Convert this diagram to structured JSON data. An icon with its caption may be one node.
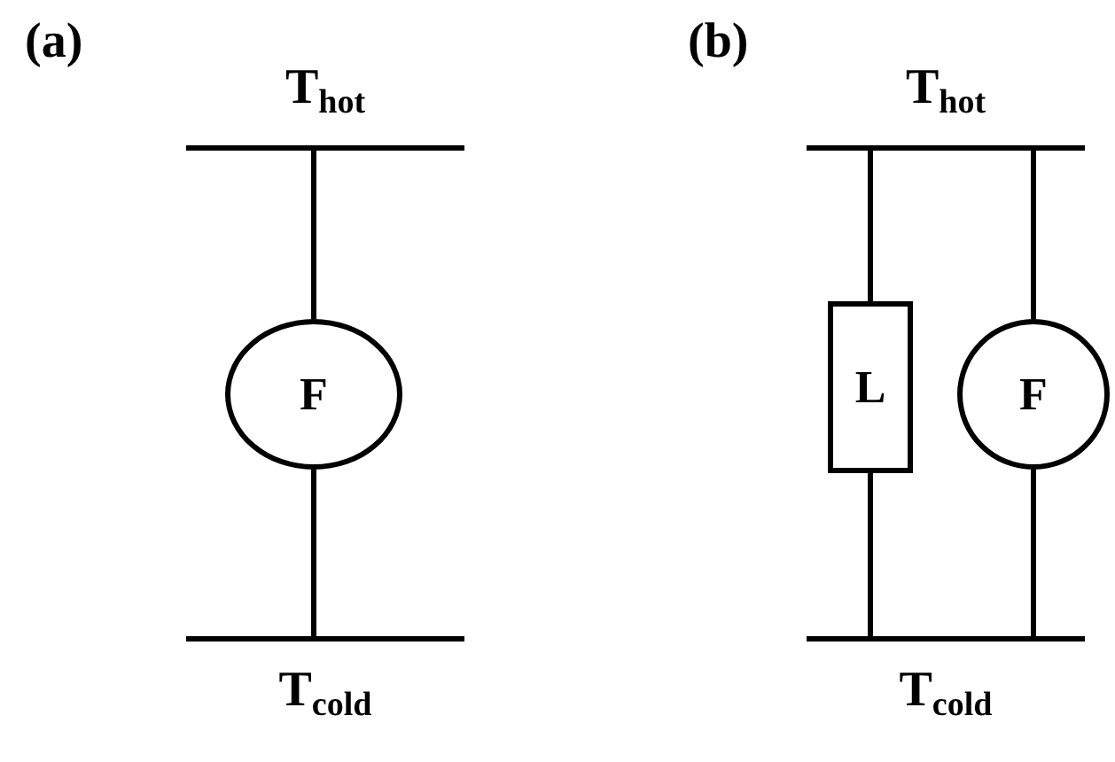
{
  "diagram": {
    "nodes": [
      {
        "text": [
          "T$_{hot}$"
        ]
      },
      {
        "text": [
          "F"
        ]
      },
      {
        "text": [
          "T$_{cold}$"
        ]
      },
      {
        "text": [
          "T$_{hot}$"
        ]
      },
      {
        "text": [
          "L"
        ]
      },
      {
        "text": [
          "F"
        ]
      },
      {
        "text": [
          "T$_{cold}$"
        ]
      }
    ],
    "edges": [
      {
        "from": 0,
        "to": 1,
        "arrow": "none"
      },
      {
        "from": 1,
        "to": 2,
        "arrow": "none"
      },
      {
        "from": 3,
        "to": 4,
        "arrow": "none"
      },
      {
        "from": 4,
        "to": 6,
        "arrow": "none"
      },
      {
        "from": 3,
        "to": 5,
        "arrow": "none"
      },
      {
        "from": 5,
        "to": 6,
        "arrow": "none"
      }
    ],
    "labels": [
      "(a)",
      "(b)"
    ]
  }
}
